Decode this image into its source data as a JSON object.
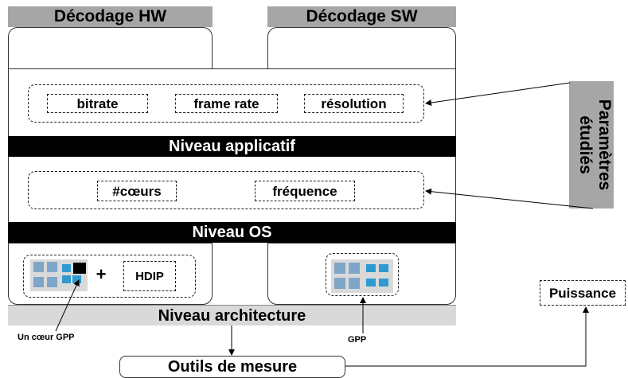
{
  "headers": {
    "hw": "Décodage HW",
    "sw": "Décodage SW"
  },
  "layers": {
    "app": "Niveau applicatif",
    "os": "Niveau OS",
    "arch": "Niveau architecture"
  },
  "app_params": [
    "bitrate",
    "frame rate",
    "résolution"
  ],
  "os_params": [
    "#cœurs",
    "fréquence"
  ],
  "side_label_lines": [
    "Paramètres",
    "étudiés"
  ],
  "hw_plus": "+",
  "hdip": "HDIP",
  "labels": {
    "gpp_core": "Un cœur GPP",
    "gpp": "GPP"
  },
  "power": "Puissance",
  "tools": "Outils de mesure",
  "colors": {
    "chip_tile": "#7fa6c8",
    "chip_core": "#2e9ad0",
    "chip_bg": "#d9d9d9"
  }
}
